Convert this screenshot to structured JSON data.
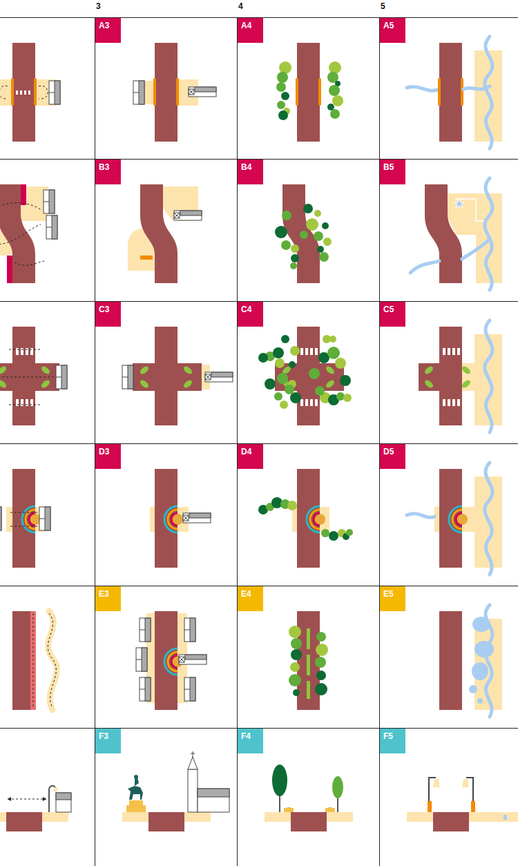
{
  "diagram": {
    "nodes": [
      {
        "text": [
          "A3"
        ]
      },
      {
        "text": [
          "A4"
        ]
      },
      {
        "text": [
          "A5"
        ]
      },
      {
        "text": [
          "B3"
        ]
      },
      {
        "text": [
          "B4"
        ]
      },
      {
        "text": [
          "B5"
        ]
      },
      {
        "text": [
          "C3"
        ]
      },
      {
        "text": [
          "C4"
        ]
      },
      {
        "text": [
          "C5"
        ]
      },
      {
        "text": [
          "D3"
        ]
      },
      {
        "text": [
          "D4"
        ]
      },
      {
        "text": [
          "D5"
        ]
      },
      {
        "text": [
          "E3"
        ]
      },
      {
        "text": [
          "E4"
        ]
      },
      {
        "text": [
          "E5"
        ]
      },
      {
        "text": [
          "F3"
        ]
      },
      {
        "text": [
          "F4"
        ]
      },
      {
        "text": [
          "F5"
        ]
      }
    ],
    "labels": [
      "3",
      "4",
      "5"
    ]
  }
}
